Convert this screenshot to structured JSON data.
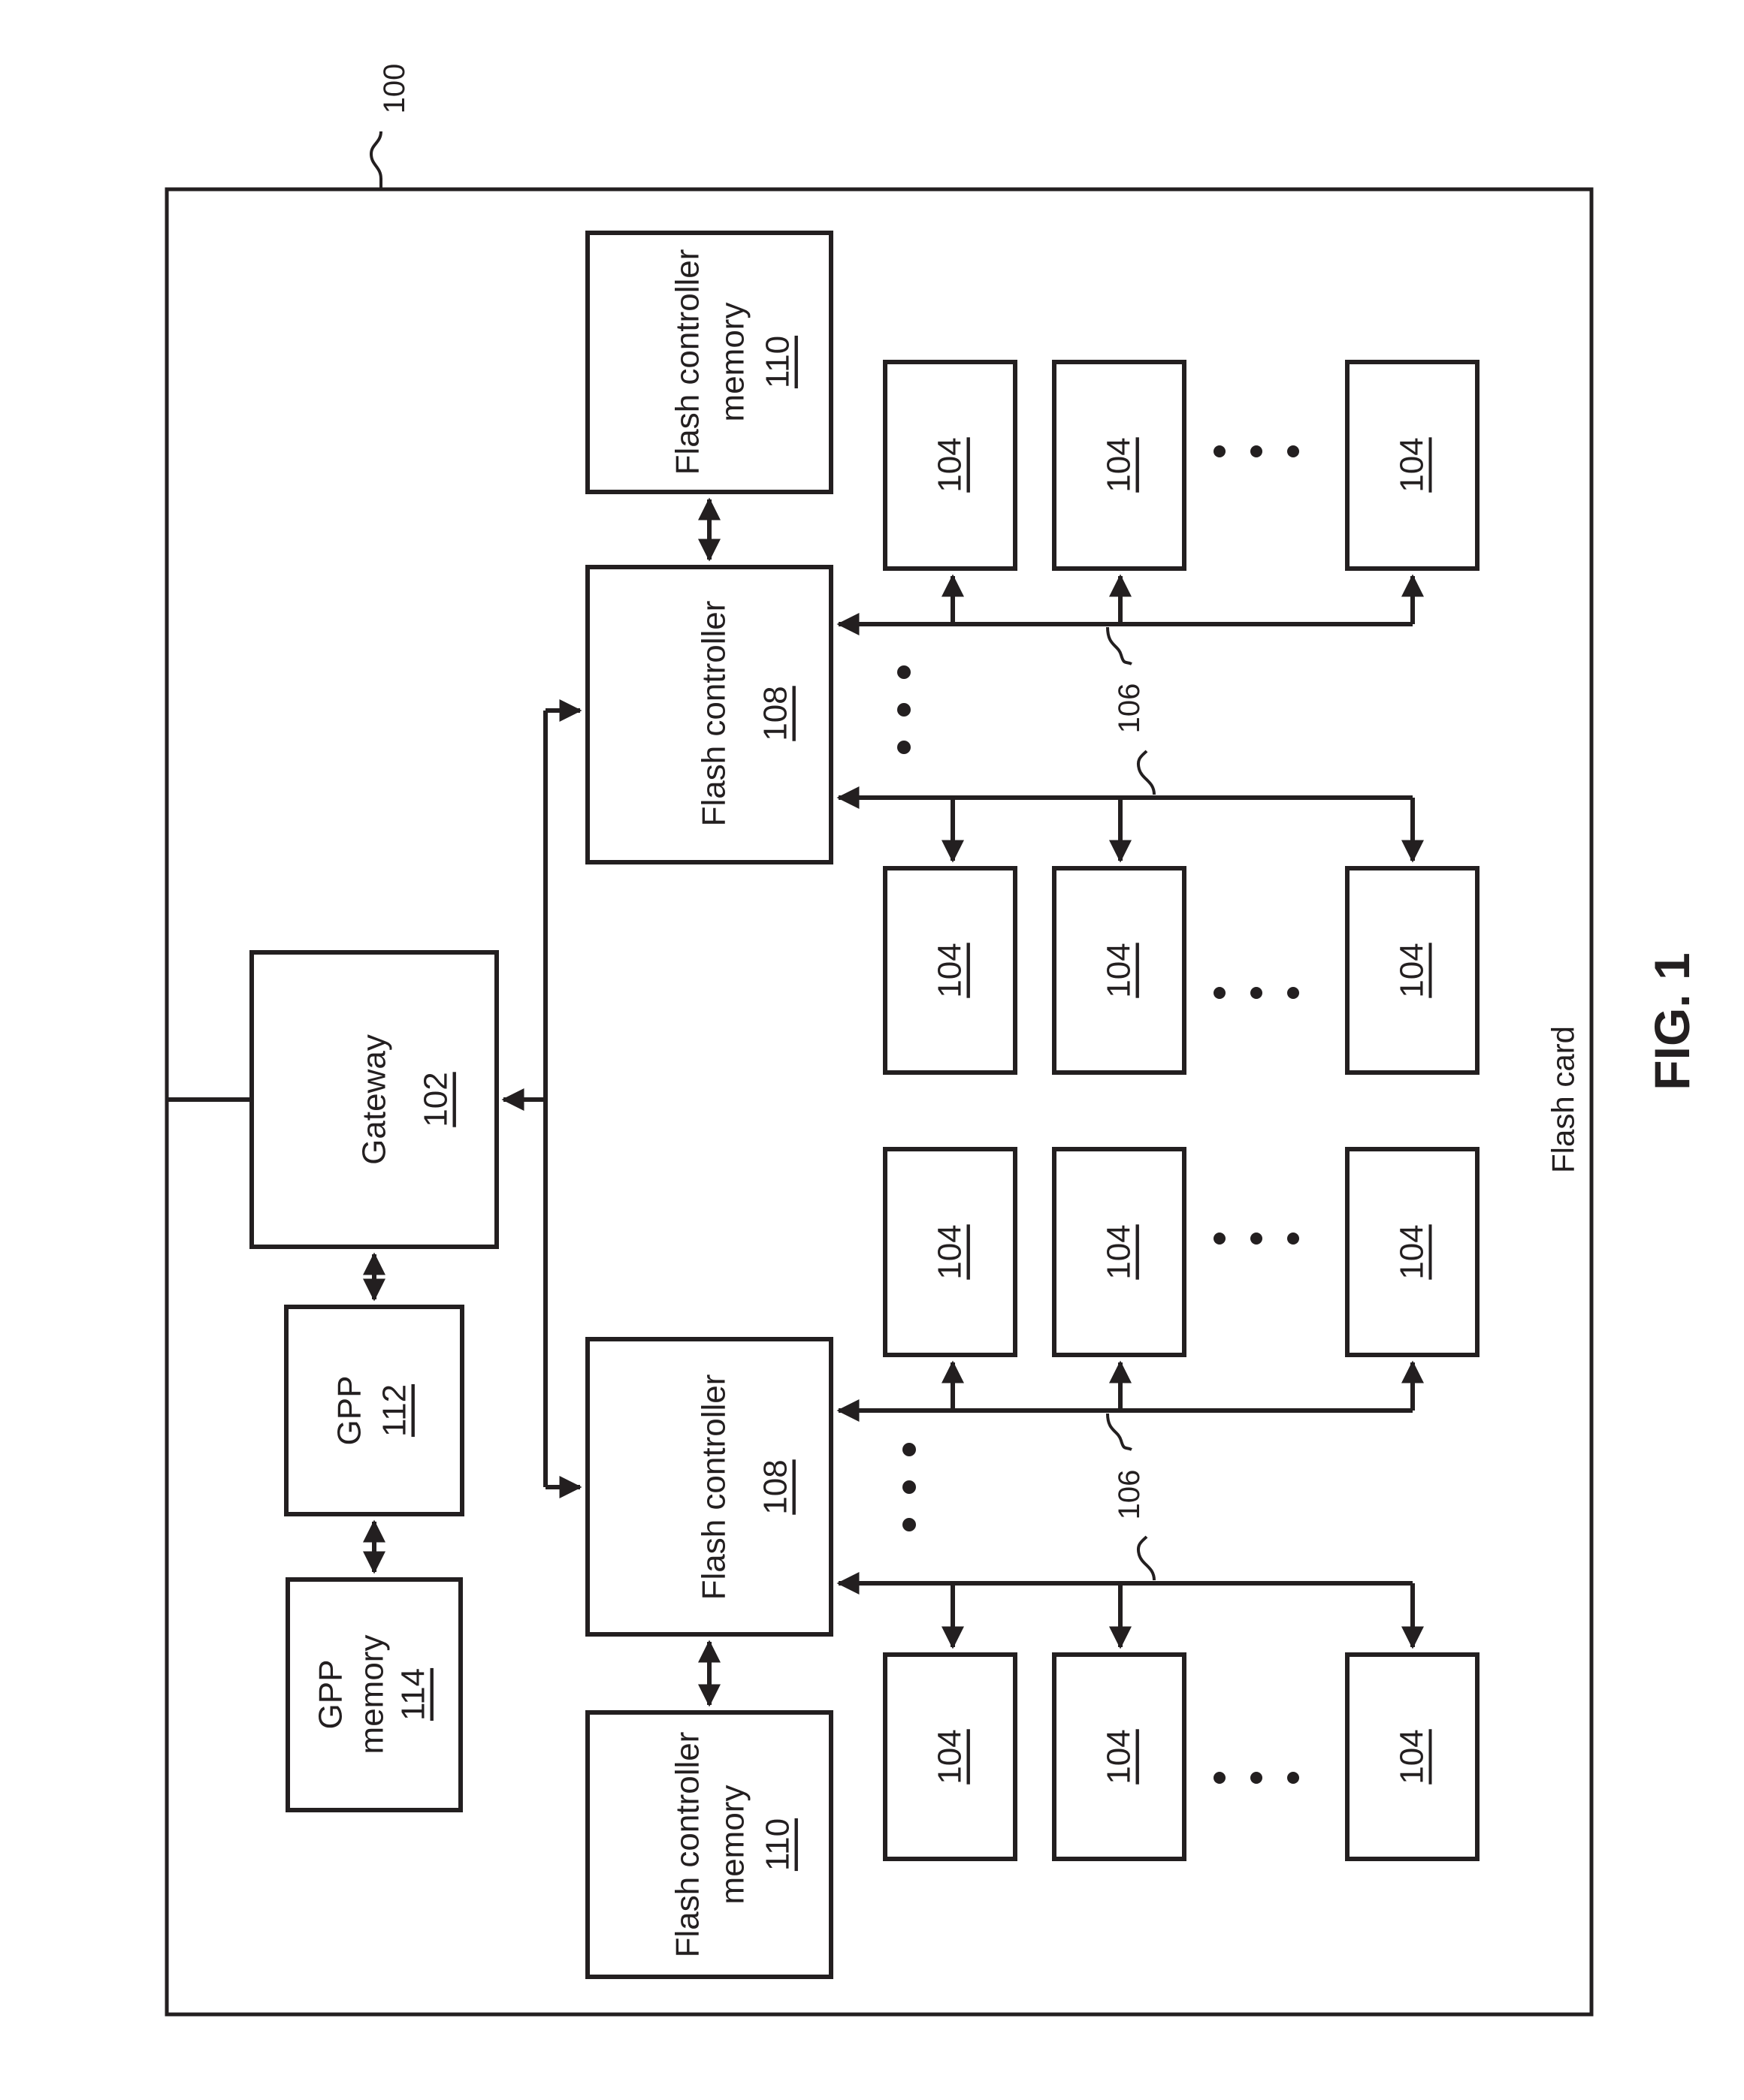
{
  "figure": {
    "label": "FIG. 1",
    "ref_card": "100",
    "card_label": "Flash card"
  },
  "gateway": {
    "name": "Gateway",
    "ref": "102"
  },
  "gpp": {
    "name": "GPP",
    "ref": "112"
  },
  "gpp_memory": {
    "line1": "GPP",
    "line2": "memory",
    "ref": "114"
  },
  "flash_controller": {
    "name": "Flash controller",
    "ref": "108"
  },
  "fc_memory": {
    "line1": "Flash controller",
    "line2": "memory",
    "ref": "110"
  },
  "flash_chip": {
    "ref": "104"
  },
  "channel": {
    "ref": "106"
  },
  "colors": {
    "ink": "#231f20",
    "background": "#ffffff"
  }
}
